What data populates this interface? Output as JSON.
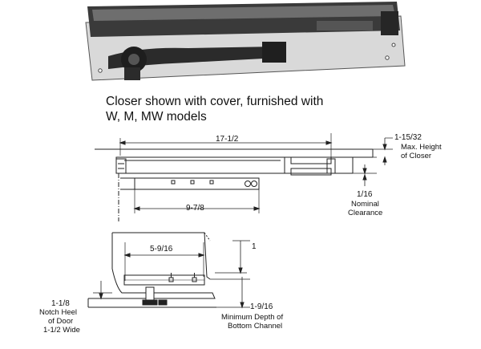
{
  "caption": {
    "line1": "Closer shown with cover, furnished with",
    "line2": "W, M, MW models"
  },
  "top_view": {
    "overall_length": "17-1/2",
    "inner_length": "9-7/8",
    "max_height_value": "1-15/32",
    "max_height_line1": "Max. Height",
    "max_height_line2": "of Closer",
    "clearance_value": "1/16",
    "clearance_line1": "Nominal",
    "clearance_line2": "Clearance"
  },
  "bottom_view": {
    "offset": "5-9/16",
    "depth_small": "1",
    "notch_value": "1-1/8",
    "notch_line1": "Notch Heel",
    "notch_line2": "of Door",
    "notch_line3": "1-1/2  Wide",
    "channel_value": "1-9/16",
    "channel_line1": "Minimum Depth of",
    "channel_line2": "Bottom Channel"
  }
}
